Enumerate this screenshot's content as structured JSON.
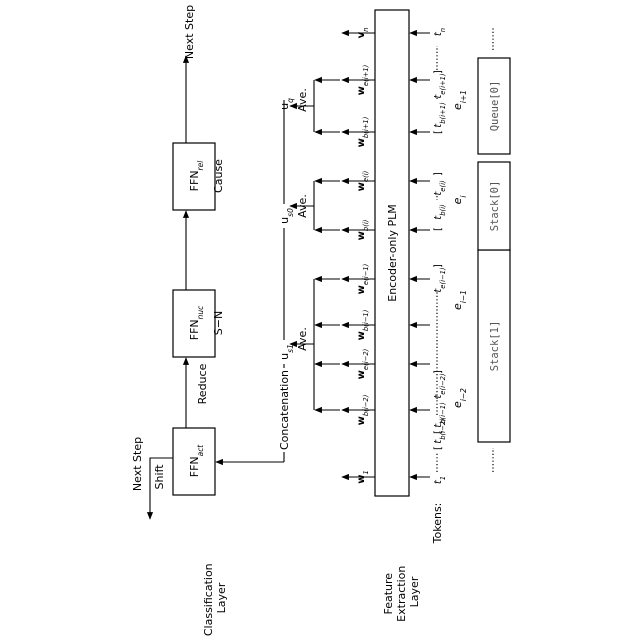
{
  "layers": {
    "classification": "Classification\nLayer",
    "feature": "Feature\nExtraction\nLayer"
  },
  "ffn": {
    "act": "FFN<sub>act</sub>",
    "nuc": "FFN<sub>nuc</sub>",
    "rel": "FFN<sub>rel</sub>"
  },
  "labels": {
    "next_step_left": "Next Step",
    "shift": "Shift",
    "reduce": "Reduce",
    "sn": "S−N",
    "cause": "Cause",
    "next_step_top": "Next Step",
    "concatenation": "Concatenation",
    "plm": "Encoder-only PLM",
    "tokens": "Tokens:",
    "ave": "Ave."
  },
  "u_labels": [
    "u<sub>s1</sub>",
    "u<sub>s0</sub>",
    "u<sub>q</sub>"
  ],
  "word_vectors": [
    "w<sub>1</sub>",
    "w<sub>b(i−2)</sub>",
    "w<sub>e(i−2)</sub>",
    "w<sub>b(i−1)</sub>",
    "w<sub>e(i−1)</sub>",
    "w<sub>b(i)</sub>",
    "w<sub>e(i)</sub>",
    "w<sub>b(i+1)</sub>",
    "w<sub>e(i+1)</sub>",
    "v<sub>n</sub>"
  ],
  "token_start": "t<sub>1</sub>",
  "token_end": "t<sub>n</sub>",
  "edus": [
    {
      "b": "t<sub>b(i−2)</sub>",
      "e": "t<sub>e(i−2)</sub>",
      "name": "e<sub>i−2</sub>"
    },
    {
      "b": "t<sub>b(i−1)</sub>",
      "e": "t<sub>e(i−1)</sub>",
      "name": "e<sub>i−1</sub>"
    },
    {
      "b": "t<sub>b(i)</sub>",
      "e": "t<sub>e(i)</sub>",
      "name": "e<sub>i</sub>"
    },
    {
      "b": "t<sub>b(i+1)</sub>",
      "e": "t<sub>e(i+1)</sub>",
      "name": "e<sub>i+1</sub>"
    }
  ],
  "structures": {
    "stack1": "Stack[1]",
    "stack0": "Stack[0]",
    "queue0": "Queue[0]"
  }
}
